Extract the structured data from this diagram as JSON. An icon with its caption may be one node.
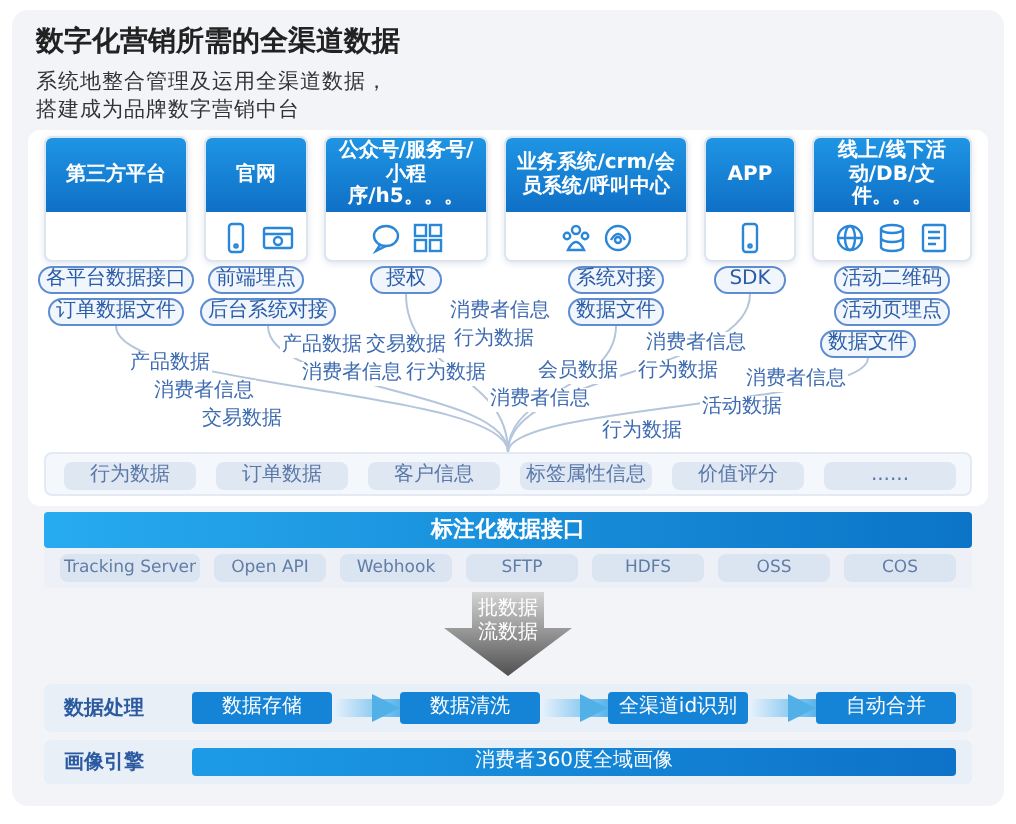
{
  "diagram": {
    "title": "数字化营销所需的全渠道数据",
    "nodes": [
      {
        "text": [
          "第三方平台"
        ]
      },
      {
        "text": [
          "官网"
        ]
      },
      {
        "text": [
          "公众号/服务号/小程序/h5。。。"
        ]
      },
      {
        "text": [
          "业务系统/crm/会员系统/呼叫中心"
        ]
      },
      {
        "text": [
          "APP"
        ]
      },
      {
        "text": [
          "线上/线下活动/DB/文件。。。"
        ]
      },
      {
        "text": [
          "各平台数据接口"
        ]
      },
      {
        "text": [
          "订单数据文件"
        ]
      },
      {
        "text": [
          "前端埋点"
        ]
      },
      {
        "text": [
          "后台系统对接"
        ]
      },
      {
        "text": [
          "授权"
        ]
      },
      {
        "text": [
          "系统对接"
        ]
      },
      {
        "text": [
          "数据文件"
        ]
      },
      {
        "text": [
          "SDK"
        ]
      },
      {
        "text": [
          "活动二维码"
        ]
      },
      {
        "text": [
          "活动页埋点"
        ]
      },
      {
        "text": [
          "数据文件"
        ]
      },
      {
        "text": [],
        "shape": "box"
      },
      {
        "text": [
          "行为数据"
        ],
        "in": 17
      },
      {
        "text": [
          "订单数据"
        ],
        "in": 17
      },
      {
        "text": [
          "客户信息"
        ],
        "in": 17
      },
      {
        "text": [
          "标签属性信息"
        ],
        "in": 17
      },
      {
        "text": [
          "价值评分"
        ],
        "in": 17
      },
      {
        "text": [
          "......"
        ],
        "in": 17
      },
      {
        "text": [
          "标注化数据接口"
        ]
      },
      {
        "text": [
          "Tracking Server"
        ]
      },
      {
        "text": [
          "Open API"
        ]
      },
      {
        "text": [
          "Webhook"
        ]
      },
      {
        "text": [
          "SFTP"
        ]
      },
      {
        "text": [
          "HDFS"
        ]
      },
      {
        "text": [
          "OSS"
        ]
      },
      {
        "text": [
          "COS"
        ]
      },
      {
        "text": [
          "批数据",
          "流数据"
        ]
      },
      {
        "text": [
          "数据处理"
        ]
      },
      {
        "text": [
          "数据存储"
        ],
        "in": 33
      },
      {
        "text": [
          "数据清洗"
        ],
        "in": 33
      },
      {
        "text": [
          "全渠道id识别"
        ],
        "in": 33
      },
      {
        "text": [
          "自动合并"
        ],
        "in": 33
      },
      {
        "text": [
          "画像引擎"
        ]
      },
      {
        "text": [
          "消费者360度全域画像"
        ],
        "in": 38
      }
    ],
    "edges": [
      {
        "from": 7,
        "to": 17,
        "arrow": "none"
      },
      {
        "from": 9,
        "to": 17,
        "arrow": "none"
      },
      {
        "from": 10,
        "to": 17,
        "arrow": "none"
      },
      {
        "from": 12,
        "to": 17,
        "arrow": "none"
      },
      {
        "from": 13,
        "to": 17,
        "arrow": "none"
      },
      {
        "from": 16,
        "to": 17,
        "arrow": "none"
      },
      {
        "from": 34,
        "to": 35,
        "arrow": "to",
        "style": "thick"
      },
      {
        "from": 35,
        "to": 36,
        "arrow": "to",
        "style": "thick"
      },
      {
        "from": 36,
        "to": 37,
        "arrow": "to",
        "style": "thick"
      }
    ],
    "labels": [
      "系统地整合管理及运用全渠道数据，搭建成为品牌数字营销中台",
      "消费者信息",
      "行为数据",
      "产品数据",
      "交易数据",
      "消费者信息",
      "产品数据",
      "会员数据",
      "消费者信息",
      "行为数据",
      "行为数据",
      "消费者信息",
      "消费者信息",
      "消费者信息",
      "活动数据",
      "交易数据",
      "行为数据"
    ]
  }
}
